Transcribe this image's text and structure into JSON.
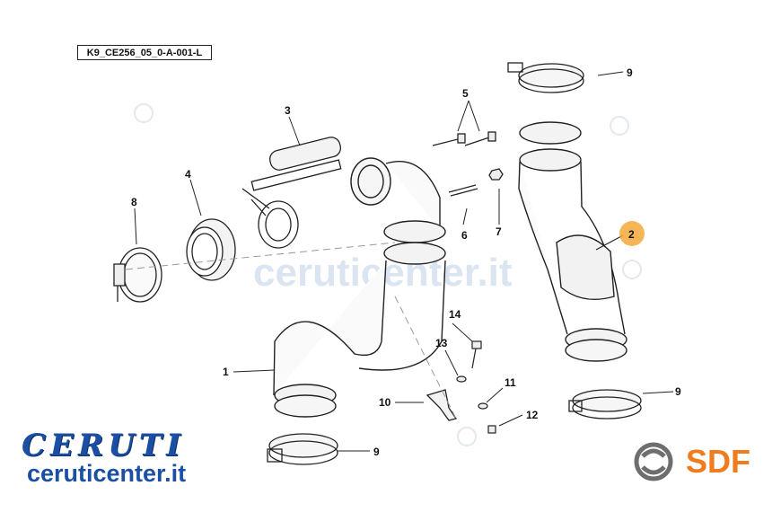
{
  "diagram_code": "K9_CE256_05_0-A-001-L",
  "callouts": [
    {
      "id": "c1",
      "label": "1"
    },
    {
      "id": "c2",
      "label": "2"
    },
    {
      "id": "c3",
      "label": "3"
    },
    {
      "id": "c4",
      "label": "4"
    },
    {
      "id": "c5",
      "label": "5"
    },
    {
      "id": "c6",
      "label": "6"
    },
    {
      "id": "c7",
      "label": "7"
    },
    {
      "id": "c8",
      "label": "8"
    },
    {
      "id": "c9a",
      "label": "9"
    },
    {
      "id": "c9b",
      "label": "9"
    },
    {
      "id": "c9c",
      "label": "9"
    },
    {
      "id": "c10",
      "label": "10"
    },
    {
      "id": "c11",
      "label": "11"
    },
    {
      "id": "c12",
      "label": "12"
    },
    {
      "id": "c13",
      "label": "13"
    },
    {
      "id": "c14",
      "label": "14"
    }
  ],
  "brand": {
    "ceruti_logo": "CERUTI",
    "website": "ceruticenter.it",
    "sdf": "SDF",
    "watermark": "ceruticenter.it"
  },
  "colors": {
    "line": "#222222",
    "ceruti_blue": "#1b4fa3",
    "sdf_orange": "#f07c1e",
    "highlight": "#f4a93a",
    "watermark": "#dbe5f2"
  }
}
